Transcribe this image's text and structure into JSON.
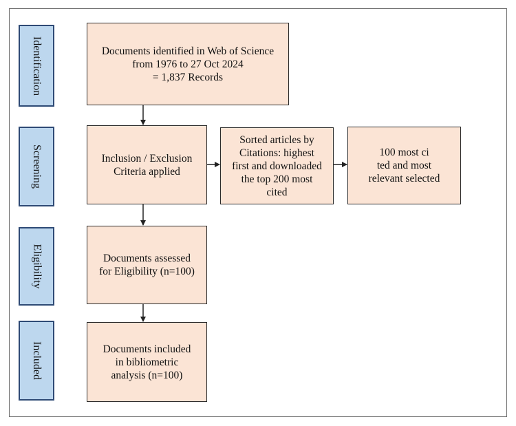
{
  "phases": {
    "identification": "Identification",
    "screening": "Screening",
    "eligibility": "Eligibility",
    "included": "Included"
  },
  "boxes": {
    "identified": "Documents identified in Web of Science\nfrom 1976 to 27 Oct 2024\n= 1,837 Records",
    "criteria": "Inclusion / Exclusion\nCriteria applied",
    "sorted": "Sorted articles by\nCitations: highest\nfirst and downloaded\nthe top 200 most\ncited",
    "selected": "100 most ci\nted and most\nrelevant selected",
    "assessed": "Documents assessed\nfor Eligibility (n=100)",
    "included": "Documents included\nin bibliometric\nanalysis (n=100)"
  },
  "colors": {
    "phase_fill": "#bdd7ee",
    "phase_border": "#2e4a75",
    "box_fill": "#fbe4d5",
    "box_border": "#2b2b2b",
    "arrow": "#222222"
  }
}
